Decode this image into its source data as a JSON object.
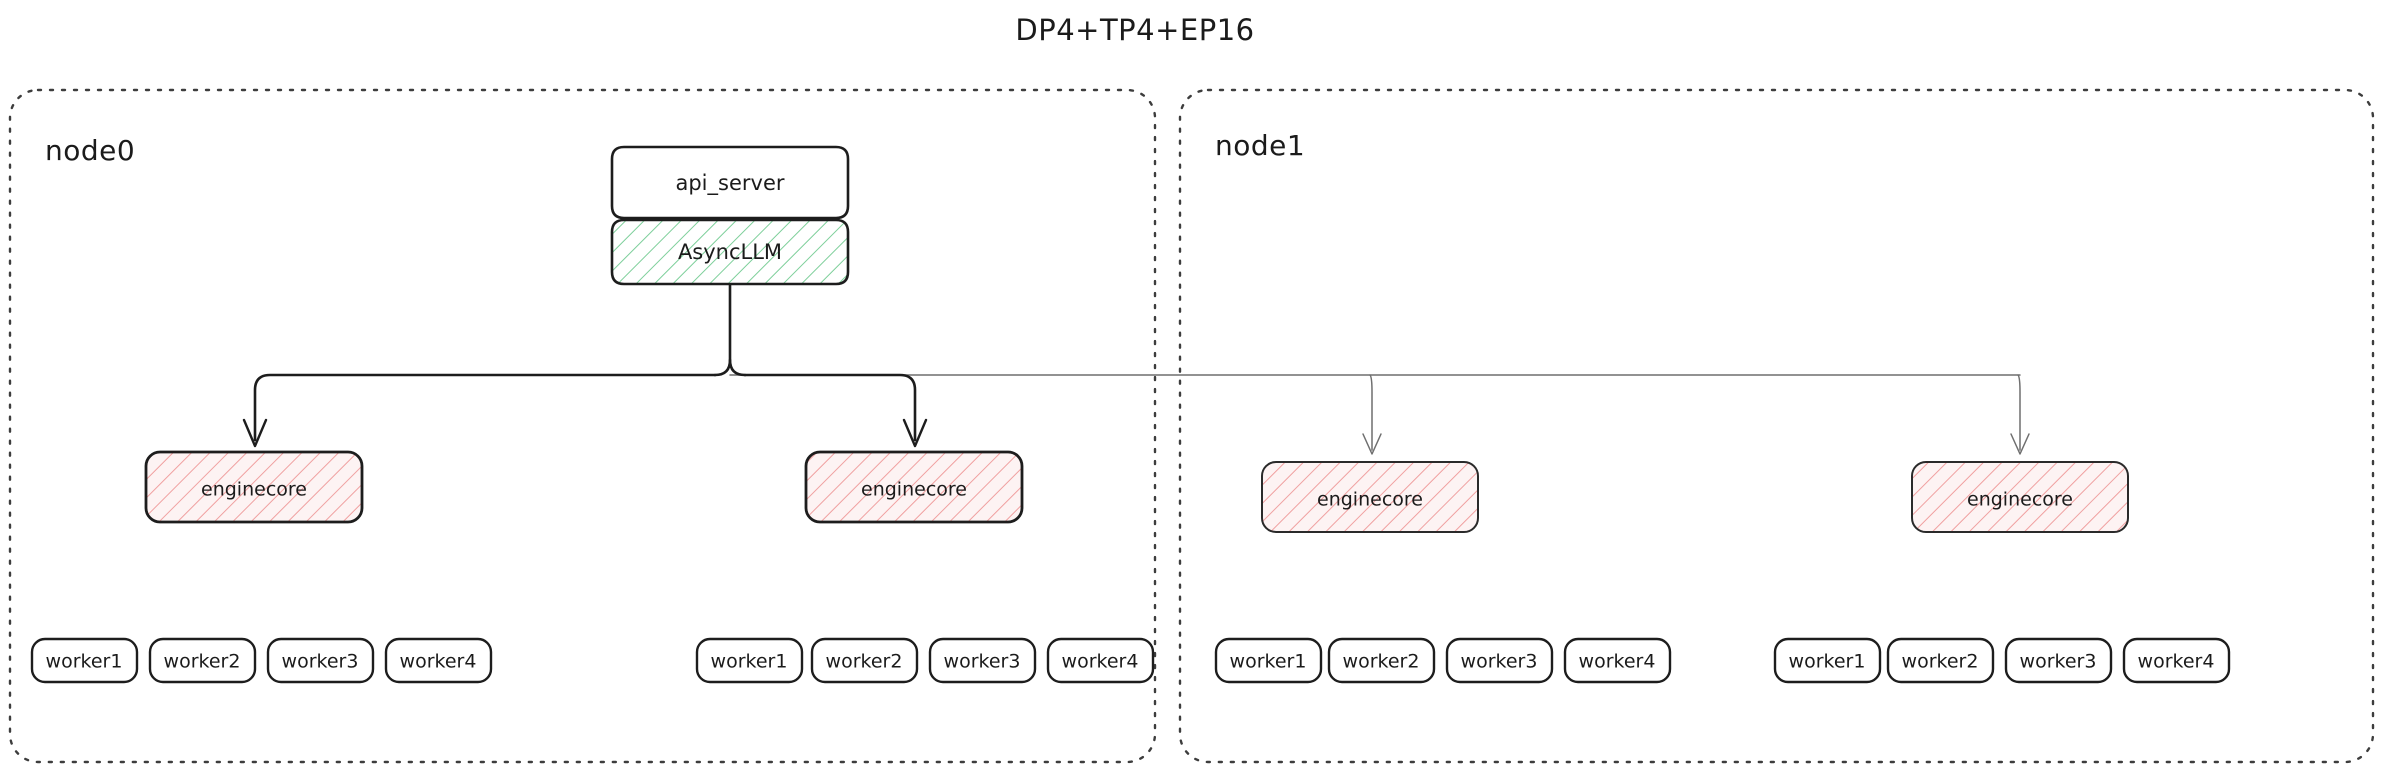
{
  "title": "DP4+TP4+EP16",
  "colors": {
    "background": "#ffffff",
    "text": "#1b1b1b",
    "container_border": "#3d3d3d",
    "box_border": "#1d1d1d",
    "edge_strong": "#1d1d1d",
    "edge_weak": "#6f6f6f",
    "hatch_green": "#7dcf9a",
    "hatch_green_fill": "#ffffff",
    "hatch_pink": "#f0a0a0",
    "hatch_pink_fill": "#fdf3f3"
  },
  "nodes": [
    {
      "id": "node0",
      "label": "node0",
      "top_boxes": [
        {
          "id": "api_server",
          "label": "api_server",
          "style": "plain"
        },
        {
          "id": "asyncllm",
          "label": "AsyncLLM",
          "style": "hatch-green"
        }
      ],
      "enginecores": [
        {
          "id": "node0-ec0",
          "label": "enginecore",
          "style": "hatch-pink",
          "workers": [
            {
              "label": "worker1"
            },
            {
              "label": "worker2"
            },
            {
              "label": "worker3"
            },
            {
              "label": "worker4"
            }
          ]
        },
        {
          "id": "node0-ec1",
          "label": "enginecore",
          "style": "hatch-pink",
          "workers": [
            {
              "label": "worker1"
            },
            {
              "label": "worker2"
            },
            {
              "label": "worker3"
            },
            {
              "label": "worker4"
            }
          ]
        }
      ]
    },
    {
      "id": "node1",
      "label": "node1",
      "top_boxes": [],
      "enginecores": [
        {
          "id": "node1-ec0",
          "label": "enginecore",
          "style": "hatch-pink-thin",
          "workers": [
            {
              "label": "worker1"
            },
            {
              "label": "worker2"
            },
            {
              "label": "worker3"
            },
            {
              "label": "worker4"
            }
          ]
        },
        {
          "id": "node1-ec1",
          "label": "enginecore",
          "style": "hatch-pink-thin",
          "workers": [
            {
              "label": "worker1"
            },
            {
              "label": "worker2"
            },
            {
              "label": "worker3"
            },
            {
              "label": "worker4"
            }
          ]
        }
      ]
    }
  ]
}
